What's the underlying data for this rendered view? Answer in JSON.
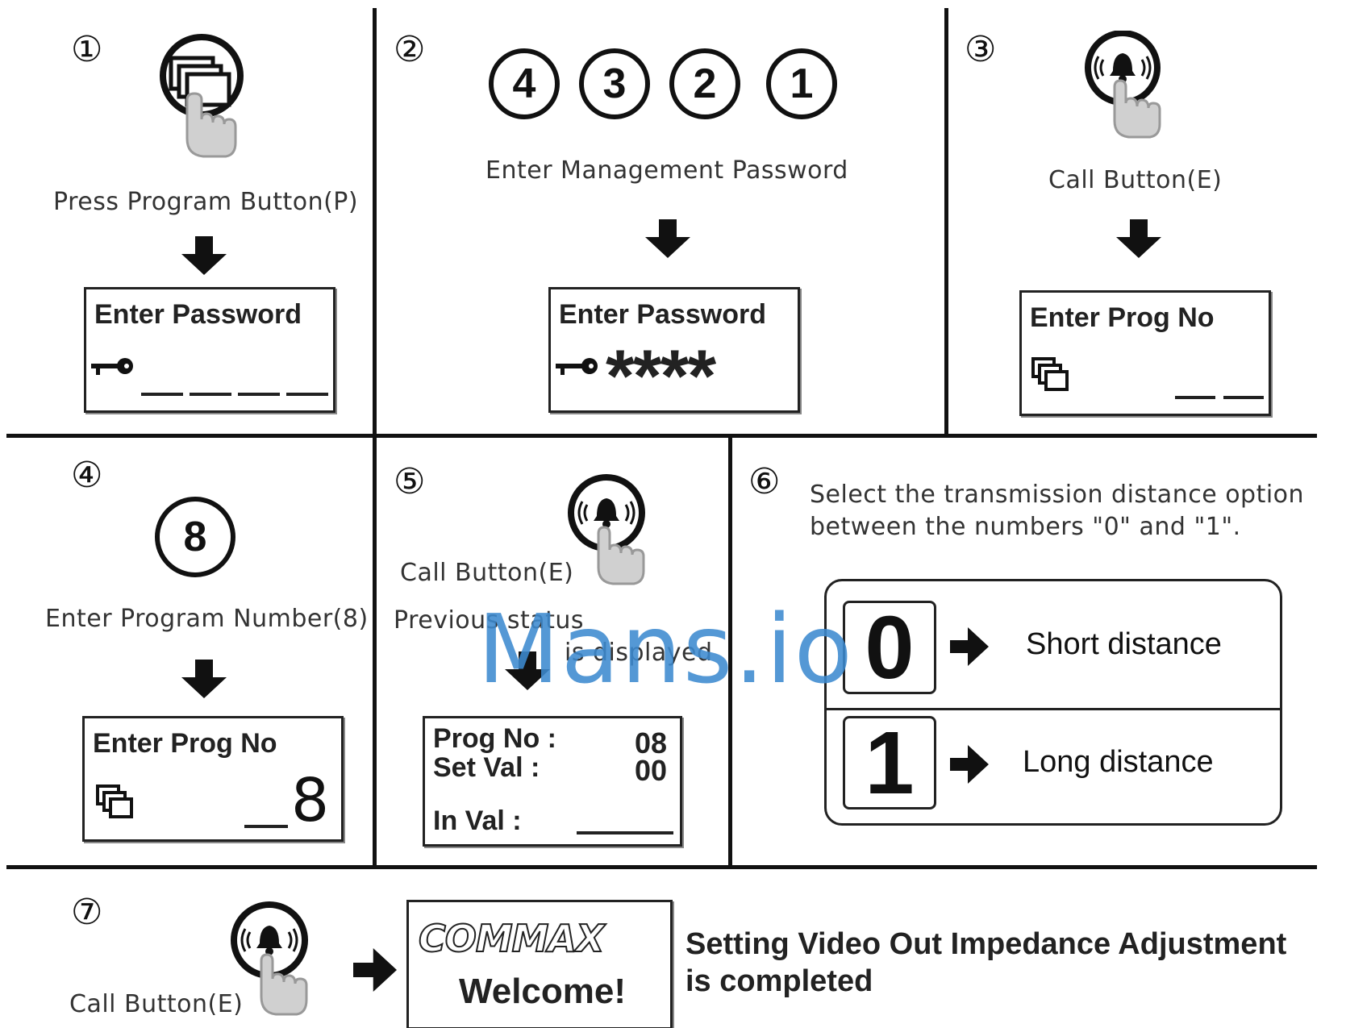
{
  "steps": {
    "s1": {
      "num": "①",
      "caption": "Press Program Button(P)",
      "lcd_title": "Enter Password"
    },
    "s2": {
      "num": "②",
      "digits": [
        "4",
        "3",
        "2",
        "1"
      ],
      "caption": "Enter Management Password",
      "lcd_title": "Enter Password",
      "lcd_mask": "****"
    },
    "s3": {
      "num": "③",
      "caption": "Call Button(E)",
      "lcd_title": "Enter Prog  No"
    },
    "s4": {
      "num": "④",
      "digit": "8",
      "caption": "Enter Program Number(8)",
      "lcd_title": "Enter Prog  No",
      "lcd_value": "8"
    },
    "s5": {
      "num": "⑤",
      "caption": "Call Button(E)",
      "status_line1": "Previous status",
      "status_line2": "is displayed",
      "lcd": {
        "prog_label": "Prog No :",
        "prog_value": "08",
        "set_label": "Set  Val  :",
        "set_value": "00",
        "in_label": "In Val :"
      }
    },
    "s6": {
      "num": "⑥",
      "instruction_line1": "Select the transmission distance option",
      "instruction_line2": "between the numbers \"0\" and \"1\".",
      "options": [
        {
          "value": "0",
          "label": "Short distance"
        },
        {
          "value": "1",
          "label": "Long distance"
        }
      ]
    },
    "s7": {
      "num": "⑦",
      "caption": "Call Button(E)",
      "brand": "COMMAX",
      "welcome": "Welcome!",
      "result_line1": "Setting Video Out Impedance Adjustment",
      "result_line2": "is completed"
    }
  },
  "watermark": "Mans.io",
  "icons": {
    "program": "program-button-icon",
    "call": "call-bell-button-icon",
    "hand": "pointing-hand-icon",
    "key": "key-icon",
    "arrow": "arrow-down-icon"
  }
}
